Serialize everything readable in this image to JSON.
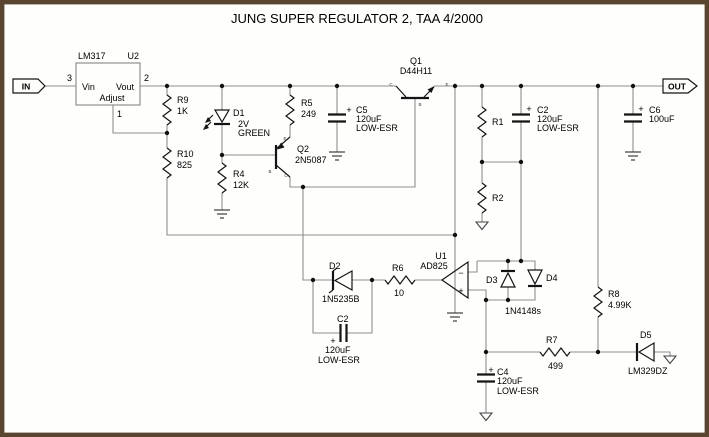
{
  "title": "JUNG SUPER REGULATOR 2, TAA 4/2000",
  "terminals": {
    "input": "IN",
    "output": "OUT"
  },
  "regulator": {
    "part": "LM317",
    "ref": "U2",
    "pin_vin": "Vin",
    "pin_vout": "Vout",
    "pin_adjust": "Adjust",
    "pin1": "1",
    "pin2": "2",
    "pin3": "3"
  },
  "opamp": {
    "ref": "U1",
    "part": "AD825",
    "inverting": "−",
    "noninverting": "+"
  },
  "transistors": {
    "q1": {
      "ref": "Q1",
      "part": "D44H11",
      "c": "C",
      "b": "B",
      "e": "E"
    },
    "q2": {
      "ref": "Q2",
      "part": "2N5087",
      "c": "C",
      "b": "B",
      "e": "E"
    }
  },
  "resistors": {
    "r1": {
      "ref": "R1"
    },
    "r2": {
      "ref": "R2"
    },
    "r4": {
      "ref": "R4",
      "value": "12K"
    },
    "r5": {
      "ref": "R5",
      "value": "249"
    },
    "r6": {
      "ref": "R6",
      "value": "10"
    },
    "r7": {
      "ref": "R7",
      "value": "499"
    },
    "r8": {
      "ref": "R8",
      "value": "4.99K"
    },
    "r9": {
      "ref": "R9",
      "value": "1K"
    },
    "r10": {
      "ref": "R10",
      "value": "825"
    }
  },
  "capacitors": {
    "c2a": {
      "ref": "C2",
      "value": "120uF",
      "note": "LOW-ESR",
      "polarity": "+"
    },
    "c2b": {
      "ref": "C2",
      "value": "120uF",
      "note": "LOW-ESR",
      "polarity": "+"
    },
    "c4": {
      "ref": "C4",
      "value": "120uF",
      "note": "LOW-ESR",
      "polarity": "+"
    },
    "c5": {
      "ref": "C5",
      "value": "120uF",
      "note": "LOW-ESR",
      "polarity": "+"
    },
    "c6": {
      "ref": "C6",
      "value": "100uF",
      "polarity": "+"
    }
  },
  "diodes": {
    "d1": {
      "ref": "D1",
      "value": "2V",
      "note": "GREEN"
    },
    "d2": {
      "ref": "D2",
      "part": "1N5235B"
    },
    "d3": {
      "ref": "D3"
    },
    "d4": {
      "ref": "D4"
    },
    "d34_part": "1N4148s",
    "d5": {
      "ref": "D5",
      "part": "LM329DZ"
    }
  },
  "colors": {
    "border": "#5a4630",
    "wire": "#8f8f8f",
    "component": "#141414"
  }
}
